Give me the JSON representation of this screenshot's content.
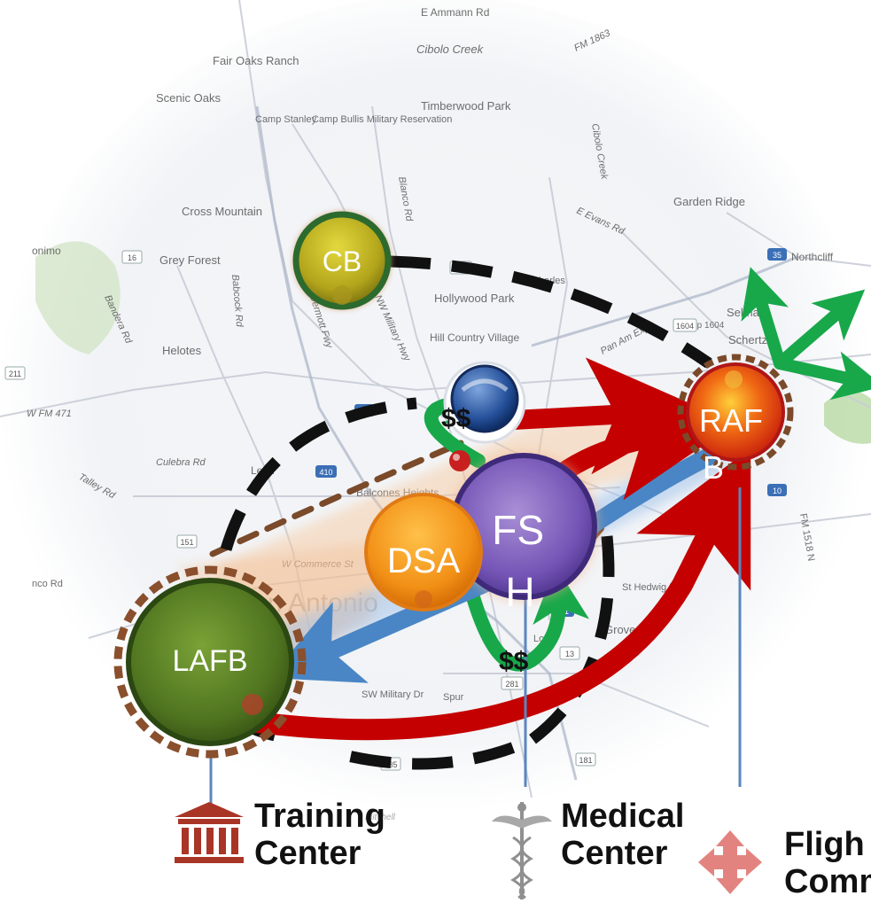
{
  "map": {
    "place_labels": [
      "E Ammann Rd",
      "Cibolo Creek",
      "FM 1863",
      "Fair Oaks Ranch",
      "Scenic Oaks",
      "Timberwood Park",
      "Camp Stanley",
      "Camp Bullis Military Reservation",
      "Cibolo Creek",
      "Blanco Rd",
      "Cross Mountain",
      "E Evans Rd",
      "Garden Ridge",
      "Grey Forest",
      "Hollywood Park",
      "Charles",
      "Selma",
      "Northcliff",
      "Bandera Rd",
      "Babcock Rd",
      "McDermott Fwy",
      "NW Military Hwy",
      "Hill Country Village",
      "Schertz",
      "Helotes",
      "Pan Am Expy",
      "W FM 471",
      "Culebra Rd",
      "Balcones Heights",
      "Leon",
      "W Commerce St",
      "San Antonio",
      "St Hedwig Rd",
      "Grove",
      "SW Military Dr",
      "Spur",
      "FM 1518 N",
      "Loop",
      "Loop 1604",
      "1-10 E",
      "Talley Rd",
      "nco Rd",
      "onimo",
      "Mitchell"
    ],
    "road_shields": [
      "16",
      "211",
      "151",
      "10",
      "410",
      "35",
      "281",
      "1604",
      "41",
      "13",
      "281",
      "181",
      "10",
      "135"
    ]
  },
  "nodes": {
    "cb": "CB",
    "raf": "RAF\nB",
    "fs": "FS\nH",
    "dsa": "DSA",
    "lafb": "LAFB"
  },
  "money": [
    "$$",
    "$$"
  ],
  "legend": {
    "training": "Training\nCenter",
    "medical": "Medical\nCenter",
    "flight": "Fligh\nComm"
  },
  "colors": {
    "dashed_black": "#111111",
    "dashed_brown": "#7a4a2a",
    "arrow_red": "#c40000",
    "arrow_blue": "#4a86c5",
    "arrow_green": "#18a84a",
    "leader_line": "#5b86c0",
    "training_icon": "#a93526",
    "flight_icon": "#e3837f"
  }
}
